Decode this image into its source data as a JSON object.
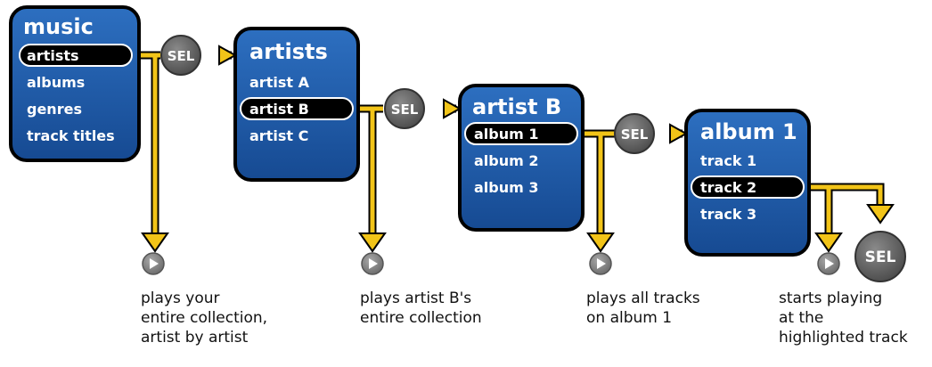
{
  "colors": {
    "panel_fill": "#1f5fae",
    "panel_border": "#000000",
    "highlight_fill": "#000000",
    "arrow": "#f2c418",
    "sel_button": "#6a6a6a",
    "play_button": "#8a8a8a"
  },
  "panels": [
    {
      "title": "music",
      "items": [
        "artists",
        "albums",
        "genres",
        "track titles"
      ],
      "highlighted": 0
    },
    {
      "title": "artists",
      "items": [
        "artist A",
        "artist B",
        "artist C"
      ],
      "highlighted": 1
    },
    {
      "title": "artist B",
      "items": [
        "album 1",
        "album 2",
        "album 3"
      ],
      "highlighted": 0
    },
    {
      "title": "album 1",
      "items": [
        "track 1",
        "track 2",
        "track 3"
      ],
      "highlighted": 1
    }
  ],
  "sel_label": "SEL",
  "play_icon": "play-icon",
  "captions": [
    {
      "lines": [
        "plays your",
        "entire collection,",
        "artist by artist"
      ]
    },
    {
      "lines": [
        "plays artist B's",
        "entire collection"
      ]
    },
    {
      "lines": [
        "plays all tracks",
        "on album 1"
      ]
    },
    {
      "lines": [
        "starts playing",
        "at the",
        "highlighted track"
      ]
    }
  ]
}
